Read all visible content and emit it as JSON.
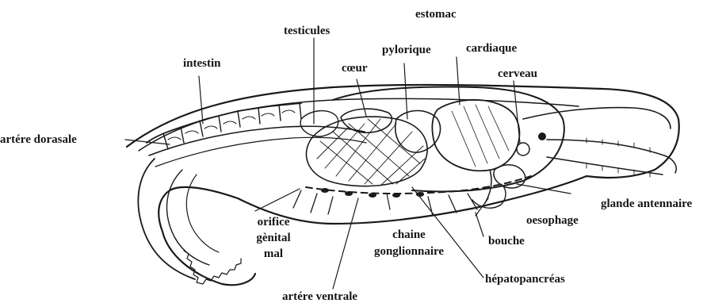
{
  "labels": {
    "estomac": "estomac",
    "testicules": "testicules",
    "pylorique": "pylorique",
    "cardiaque": "cardiaque",
    "intestin": "intestin",
    "coeur": "cœur",
    "cerveau": "cerveau",
    "artere_dorsale": "artére dorasale",
    "glande_antennaire": "glande antennaire",
    "oesophage": "oesophage",
    "orifice_genital": [
      "orifice",
      "gènital",
      "mal"
    ],
    "chaine_ganglionnaire": [
      "chaine",
      "gonglionnaire"
    ],
    "bouche": "bouche",
    "hepatopancreas": "hépatopancréas",
    "artere_ventrale": "artére ventrale"
  }
}
